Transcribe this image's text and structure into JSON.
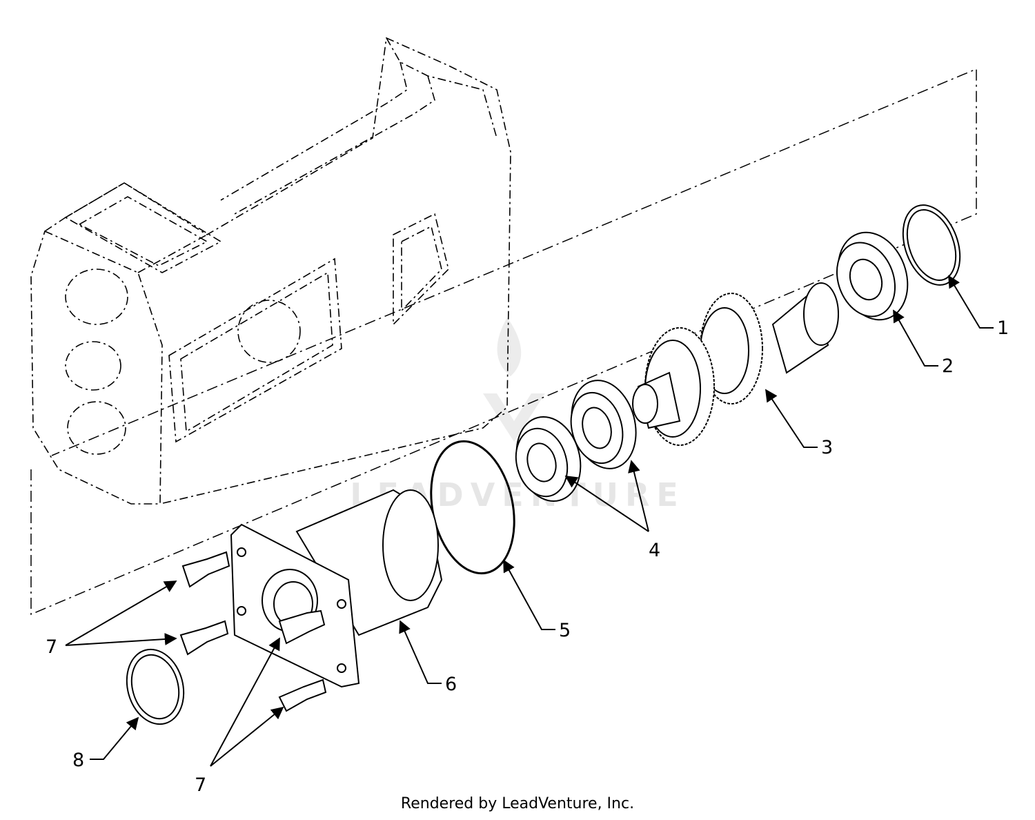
{
  "callouts": {
    "c1": "1",
    "c2": "2",
    "c3": "3",
    "c4": "4",
    "c5": "5",
    "c6": "6",
    "c7a": "7",
    "c7b": "7",
    "c8": "8"
  },
  "watermark": "LEADVENTURE",
  "footer": "Rendered by LeadVenture, Inc."
}
